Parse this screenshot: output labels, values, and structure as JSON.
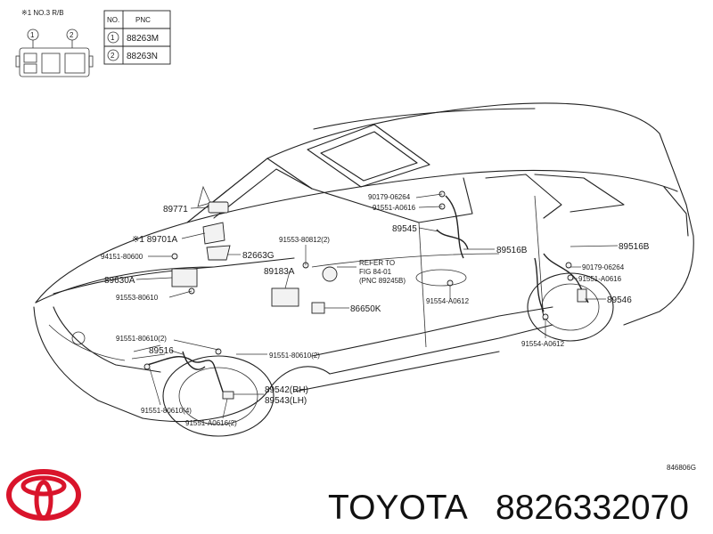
{
  "connector": {
    "header": "※1  NO.3 R/B",
    "pin1": "1",
    "pin2": "2"
  },
  "pnc_table": {
    "col_no": "NO.",
    "col_pnc": "PNC",
    "rows": [
      {
        "no": "1",
        "pnc": "88263M"
      },
      {
        "no": "2",
        "pnc": "88263N"
      }
    ]
  },
  "labels": {
    "p89771": "89771",
    "p89701a": "※1  89701A",
    "p94151": "94151-80600",
    "p89630a": "89630A",
    "p91553_610": "91553-80610",
    "p82663g": "82663G",
    "p91553_612": "91553-80812(2)",
    "p89183a": "89183A",
    "p86650k": "86650K",
    "refer1": "REFER TO",
    "refer2": "FIG 84-01",
    "refer3": "(PNC 89245B)",
    "p90179_l": "90179-06264",
    "p91551_a0616_l": "91551-A0616",
    "p89545": "89545",
    "p89516b_l": "89516B",
    "p89516b_r": "89516B",
    "p90179_r": "90179-06264",
    "p91551_a0616_r": "91551-A0616",
    "p89546": "89546",
    "p91554_a0612_l": "91554-A0612",
    "p91554_a0612_r": "91554-A0612",
    "p91551_80610_2": "91551-80610(2)",
    "p89516": "89516",
    "p91551_80610_2b": "91551-80610(2)",
    "p89542": "89542(RH)",
    "p89543": "89543(LH)",
    "p91551_80610_4": "91551-80610(4)",
    "p91551_a0616_2": "91551-A0616(2)",
    "fig_code": "846806G"
  },
  "brand": {
    "name": "TOYOTA",
    "part_number": "8826332070",
    "logo_color": "#d9142b"
  }
}
